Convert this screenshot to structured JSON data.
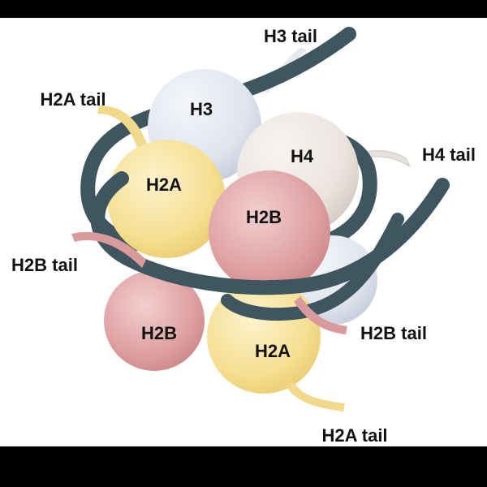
{
  "colors": {
    "background": "#ffffff",
    "frame": "#000000",
    "dna": "#3f5660",
    "h3": "#dfe4ee",
    "h4": "#ece4df",
    "h2a": "#f6df92",
    "h2b": "#dea0a1"
  },
  "balls": {
    "h3": "H3",
    "h4": "H4",
    "h2a_top": "H2A",
    "h2b_top": "H2B",
    "h2b_bottom": "H2B",
    "h2a_bottom": "H2A"
  },
  "tails": {
    "h3": "H3 tail",
    "h2a_top": "H2A tail",
    "h4": "H4 tail",
    "h2b_left": "H2B tail",
    "h2b_right": "H2B tail",
    "h2a_bottom": "H2A tail"
  }
}
